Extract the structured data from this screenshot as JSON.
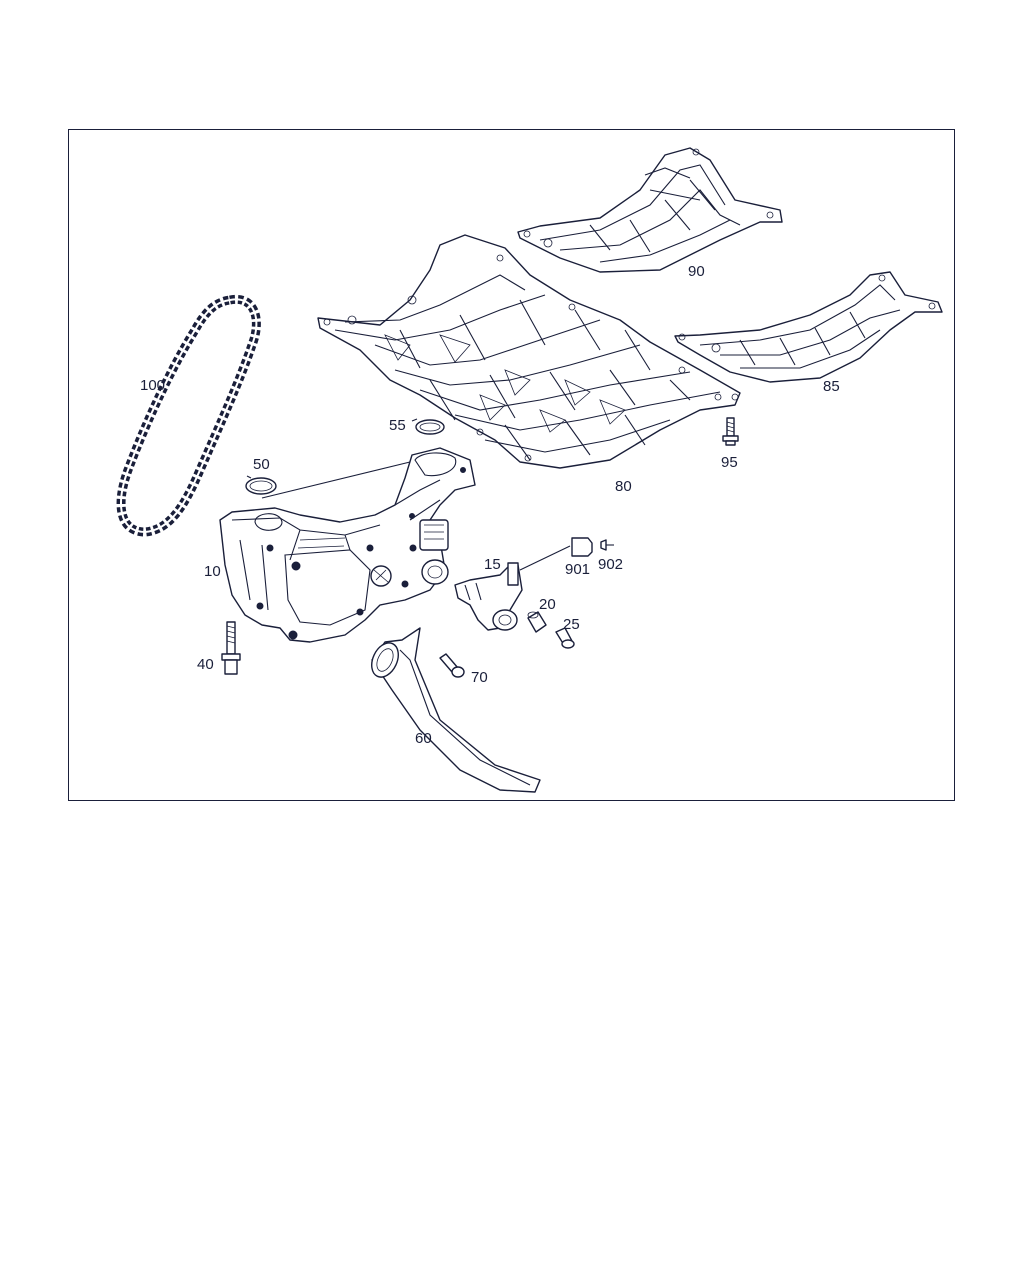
{
  "callouts": {
    "c100": "100",
    "c90": "90",
    "c85": "85",
    "c80": "80",
    "c95": "95",
    "c55": "55",
    "c50": "50",
    "c10": "10",
    "c15": "15",
    "c901": "901",
    "c902": "902",
    "c20": "20",
    "c25": "25",
    "c40": "40",
    "c70": "70",
    "c60": "60"
  },
  "colors": {
    "ink": "#1a1f3a",
    "background": "#ffffff"
  }
}
